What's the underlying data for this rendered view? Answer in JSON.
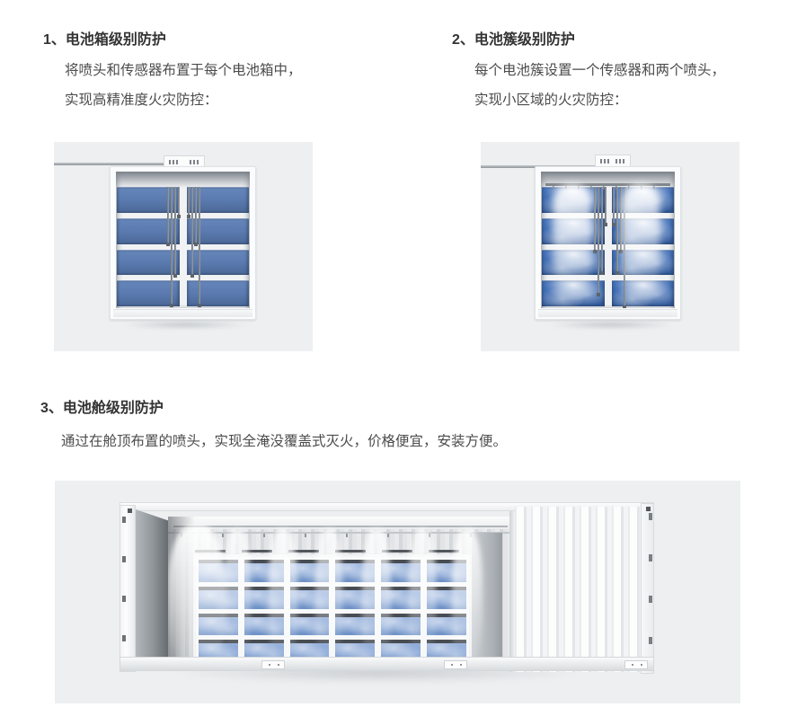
{
  "sections": [
    {
      "heading": "1、电池箱级别防护",
      "lines": [
        "将喷头和传感器布置于每个电池箱中，",
        "实现高精准度火灾防控："
      ],
      "figure": "battery-pack-cabinet-with-spray-tubes"
    },
    {
      "heading": "2、电池簇级别防护",
      "lines": [
        "每个电池簇设置一个传感器和两个喷头，",
        "实现小区域的火灾防控："
      ],
      "figure": "battery-cluster-cabinet-with-mist"
    },
    {
      "heading": "3、电池舱级别防护",
      "lines": [
        "通过在舱顶布置的喷头，实现全淹没覆盖式灭火，价格便宜，安装方便。"
      ],
      "figure": "battery-container-full-flooding-mist"
    }
  ],
  "colors": {
    "page_bg": "#ffffff",
    "figure_bg": "#edeff1",
    "heading_text": "#333333",
    "body_text": "#4c4c4c",
    "module_blue": "#5b7bb0",
    "module_blue_misted": "#3f6cb2",
    "container_module_blue": "#7e9fd2"
  }
}
